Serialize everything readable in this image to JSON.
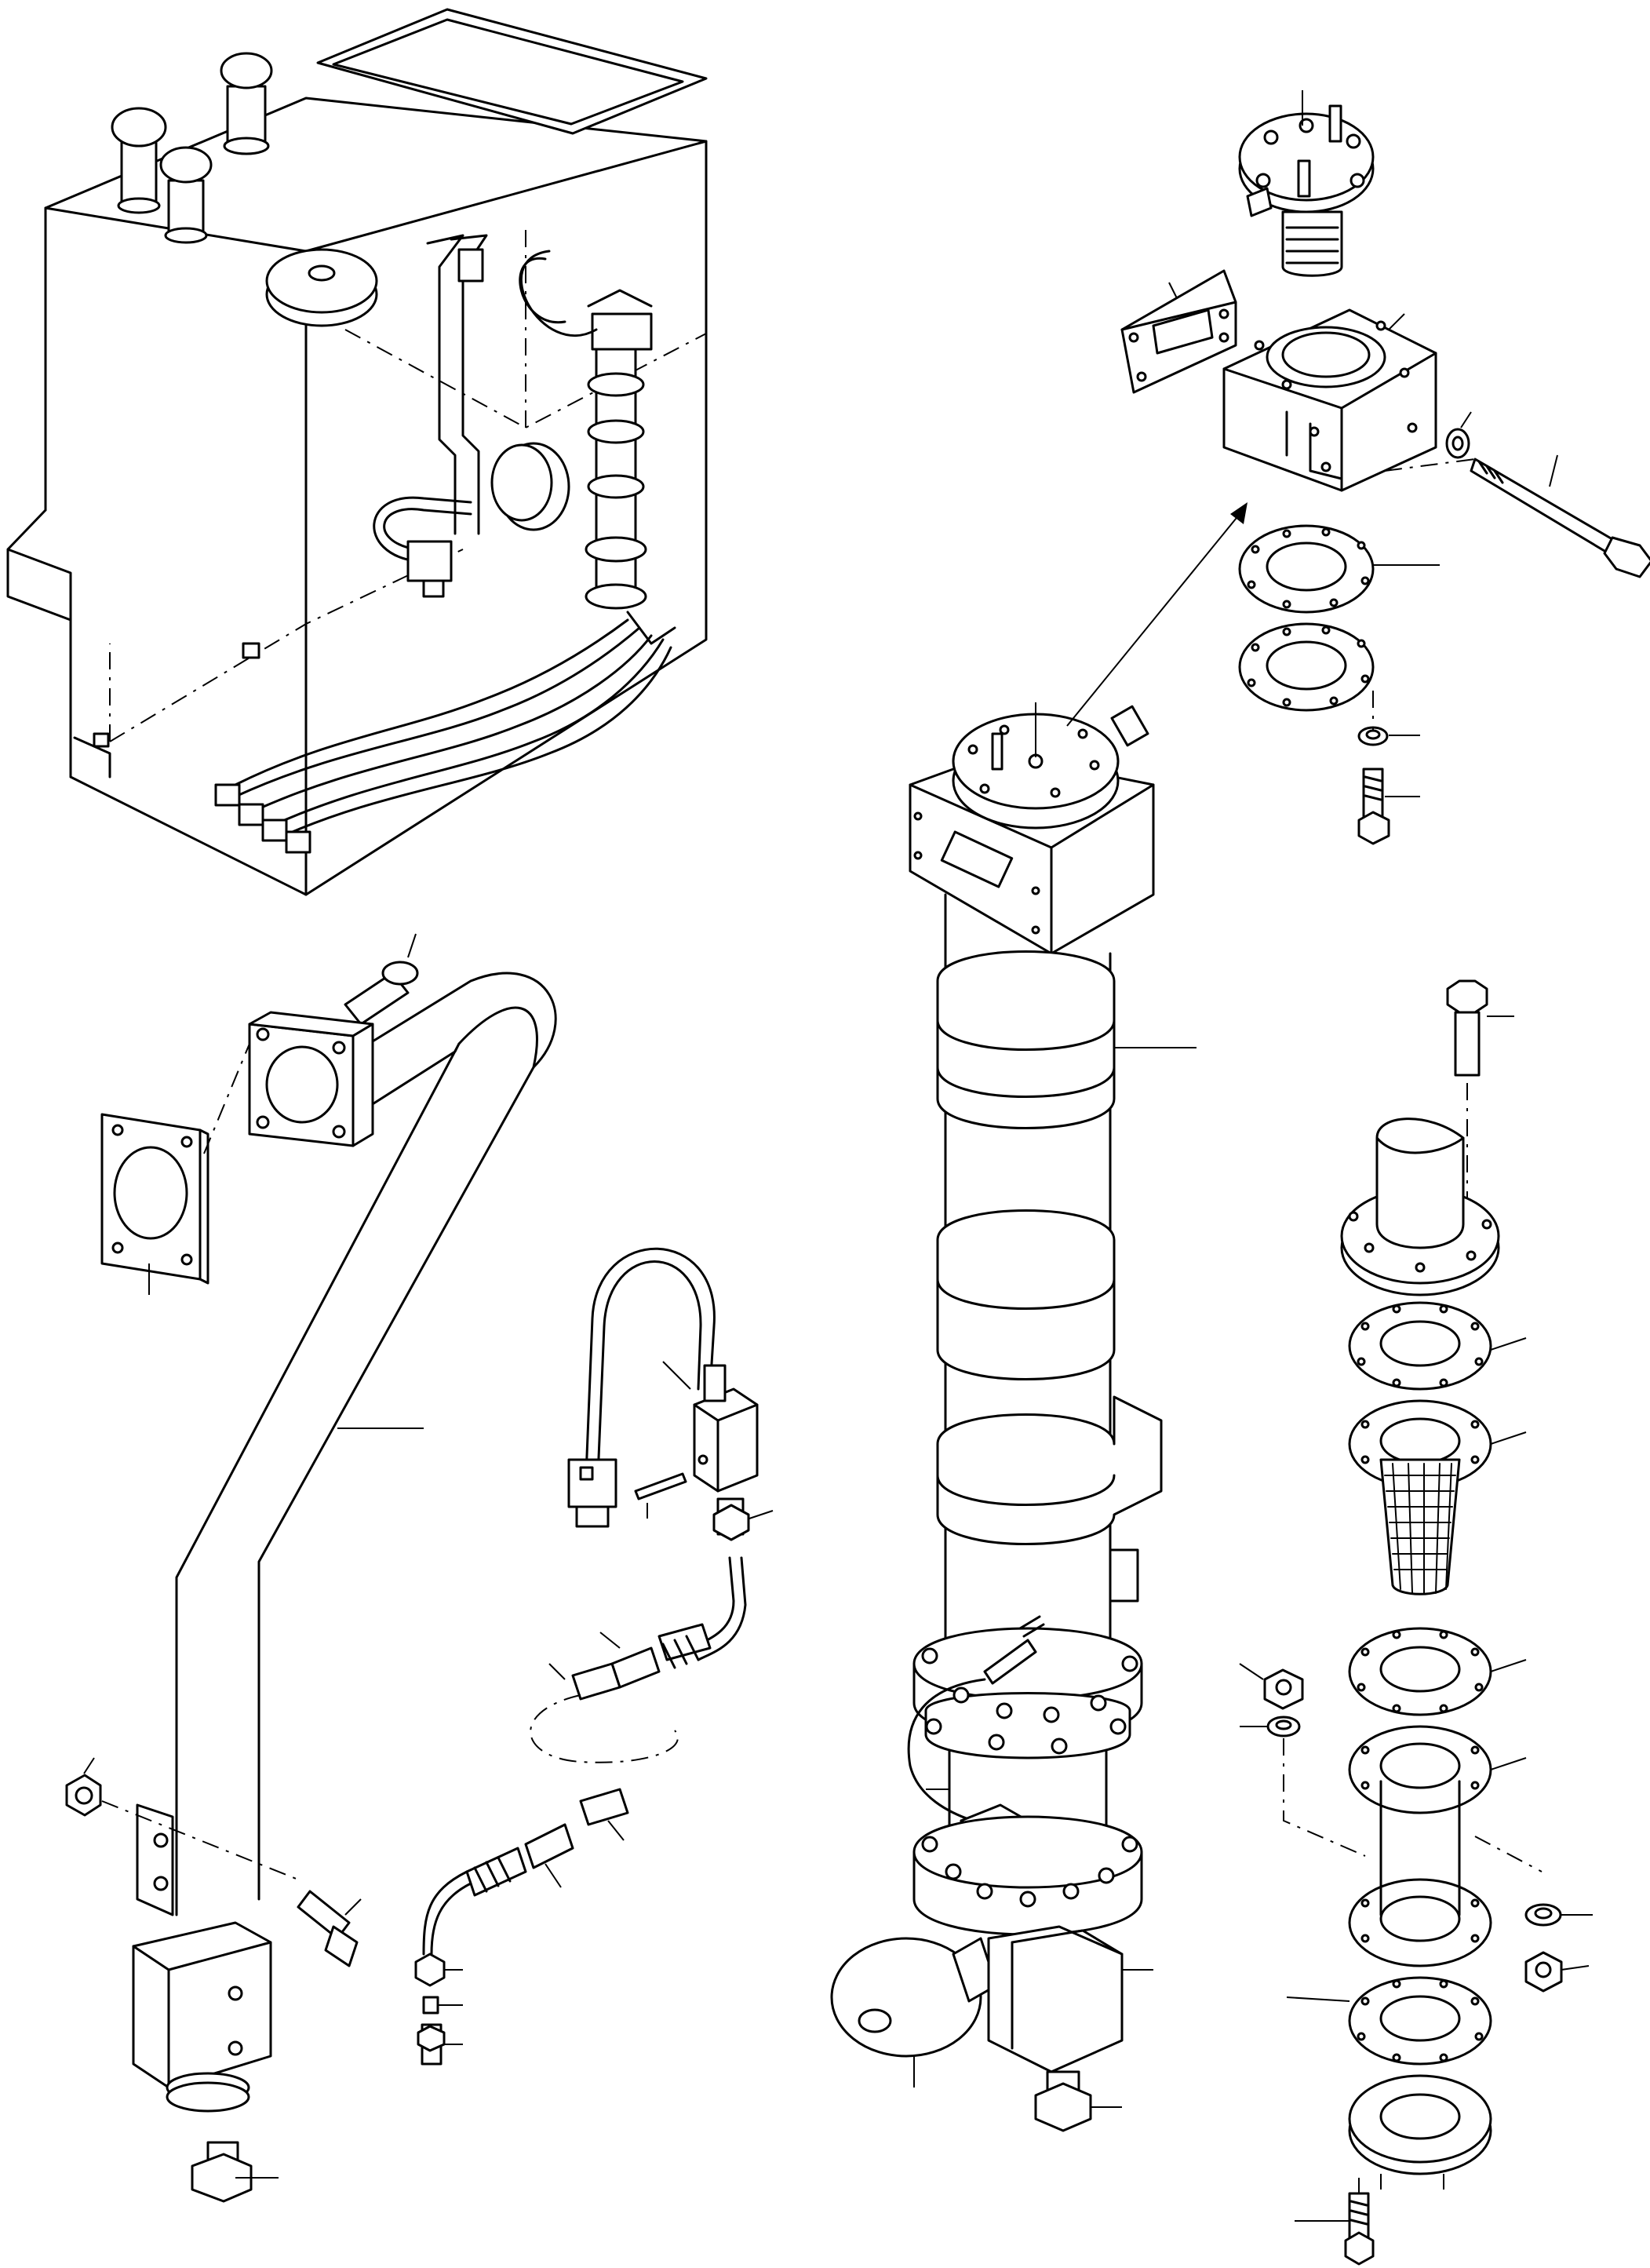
{
  "figure": {
    "kind": "exploded-parts-diagram",
    "line_color": "#000000",
    "background_color": "#ffffff"
  },
  "assemblies": [
    "tank-assembly",
    "return-pipe",
    "sensor-cable-assembly",
    "filter-housing-column",
    "filter-head-exploded",
    "strainer-stack-exploded"
  ]
}
